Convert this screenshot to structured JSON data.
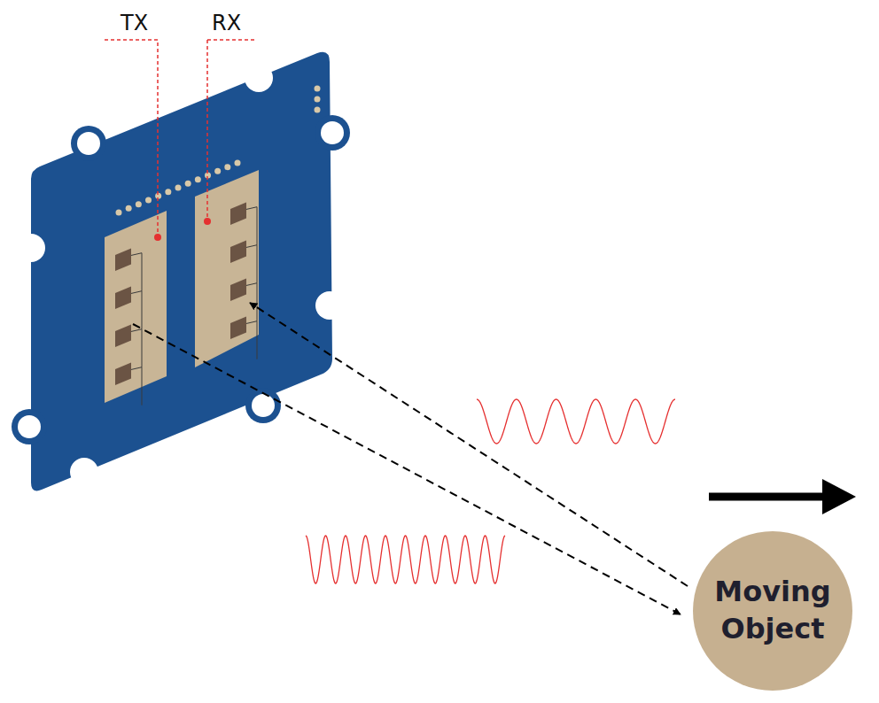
{
  "diagram": {
    "nodes": [
      {
        "text": [
          "Moving Object"
        ]
      }
    ],
    "labels": [
      "TX",
      "RX"
    ]
  }
}
